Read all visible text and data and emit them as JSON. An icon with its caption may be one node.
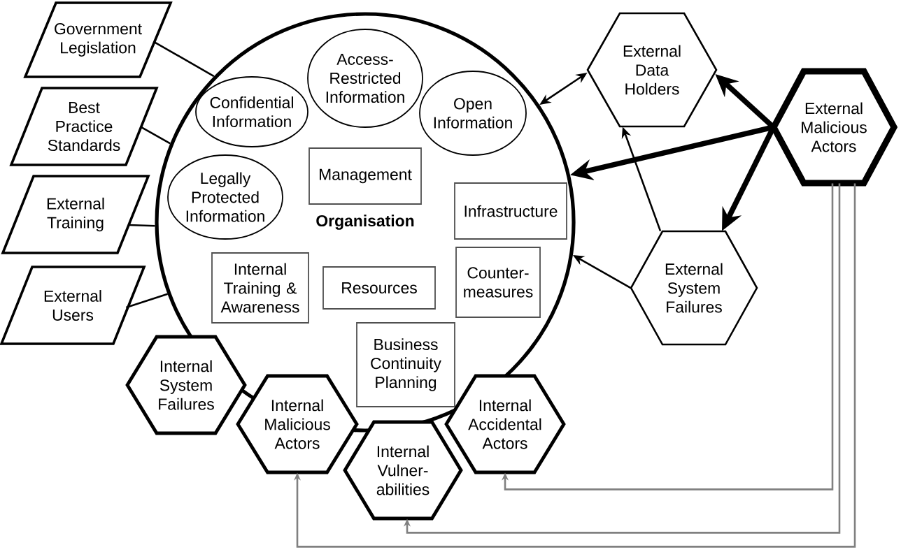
{
  "diagram": {
    "nodes": [
      {
        "text": [
          "Government Legislation"
        ]
      },
      {
        "text": [
          "Best Practice Standards"
        ]
      },
      {
        "text": [
          "External Training"
        ]
      },
      {
        "text": [
          "External Users"
        ]
      },
      {
        "text": [
          "Organisation"
        ]
      },
      {
        "text": [
          "Confidential Information"
        ],
        "in": 4
      },
      {
        "text": [
          "Access- Restricted Information"
        ],
        "in": 4
      },
      {
        "text": [
          "Open Information"
        ],
        "in": 4
      },
      {
        "text": [
          "Legally Protected Information"
        ],
        "in": 4
      },
      {
        "text": [
          "Management"
        ],
        "in": 4
      },
      {
        "text": [
          "Infrastructure"
        ],
        "in": 4
      },
      {
        "text": [
          "Internal Training & Awareness"
        ],
        "in": 4
      },
      {
        "text": [
          "Resources"
        ],
        "in": 4
      },
      {
        "text": [
          "Counter- measures"
        ],
        "in": 4
      },
      {
        "text": [
          "Business Continuity Planning"
        ],
        "in": 4
      },
      {
        "text": [
          "External Data Holders"
        ]
      },
      {
        "text": [
          "External Malicious Actors"
        ]
      },
      {
        "text": [
          "External System Failures"
        ]
      },
      {
        "text": [
          "Internal System Failures"
        ]
      },
      {
        "text": [
          "Internal Malicious Actors"
        ]
      },
      {
        "text": [
          "Internal Vulner- abilities"
        ]
      },
      {
        "text": [
          "Internal Accidental Actors"
        ]
      }
    ],
    "edges": [
      {
        "from": 0,
        "to": 4,
        "arrow": "none"
      },
      {
        "from": 1,
        "to": 4,
        "arrow": "none"
      },
      {
        "from": 2,
        "to": 4,
        "arrow": "none"
      },
      {
        "from": 3,
        "to": 4,
        "arrow": "none"
      },
      {
        "from": 4,
        "to": 15,
        "arrow": "both"
      },
      {
        "from": 16,
        "to": 15,
        "arrow": "to",
        "style": "thick"
      },
      {
        "from": 16,
        "to": 4,
        "arrow": "to",
        "style": "thick"
      },
      {
        "from": 16,
        "to": 17,
        "arrow": "to",
        "style": "thick"
      },
      {
        "from": 17,
        "to": 15,
        "arrow": "to"
      },
      {
        "from": 17,
        "to": 4,
        "arrow": "to"
      },
      {
        "from": 16,
        "to": 21,
        "arrow": "to",
        "color": "#808080"
      },
      {
        "from": 16,
        "to": 20,
        "arrow": "to",
        "color": "#808080"
      },
      {
        "from": 16,
        "to": 19,
        "arrow": "to",
        "color": "#808080"
      }
    ]
  }
}
